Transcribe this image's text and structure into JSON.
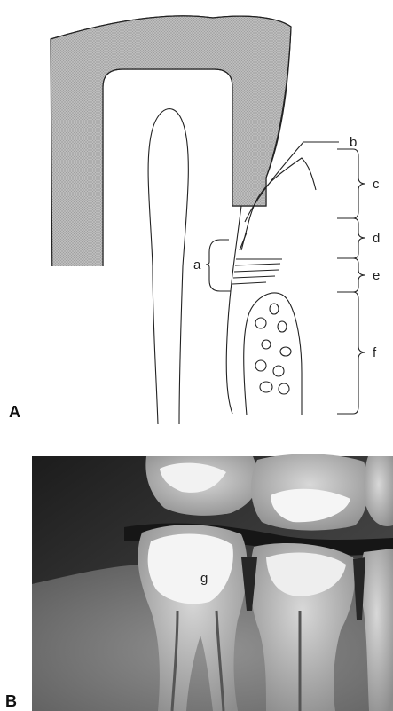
{
  "panel_a": {
    "label": "A",
    "callouts": {
      "a": "a",
      "b": "b",
      "c": "c",
      "d": "d",
      "e": "e",
      "f": "f"
    }
  },
  "panel_b": {
    "label": "B",
    "callouts": {
      "g": "g"
    }
  }
}
